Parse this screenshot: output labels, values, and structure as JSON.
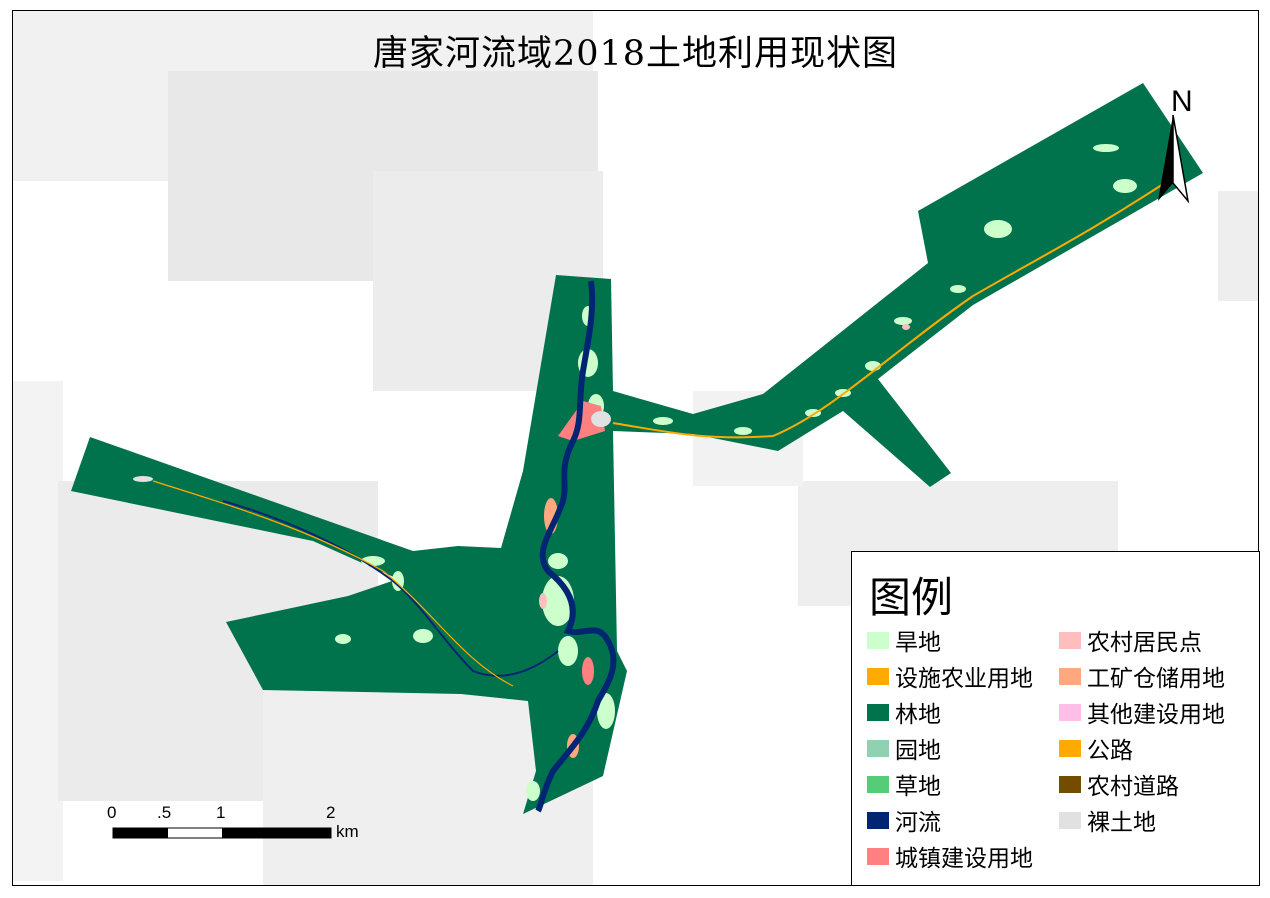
{
  "title": "唐家河流域2018土地利用现状图",
  "north_arrow": {
    "label": "N"
  },
  "scale_bar": {
    "ticks": [
      "0",
      ".5",
      "1",
      "2"
    ],
    "unit": "km"
  },
  "legend": {
    "title": "图例",
    "items": [
      {
        "label": "旱地",
        "color": "#ccffcc"
      },
      {
        "label": "农村居民点",
        "color": "#ffbebe"
      },
      {
        "label": "设施农业用地",
        "color": "#ffaa00"
      },
      {
        "label": "工矿仓储用地",
        "color": "#ffa77f"
      },
      {
        "label": "林地",
        "color": "#00734c"
      },
      {
        "label": "其他建设用地",
        "color": "#ffbee8"
      },
      {
        "label": "园地",
        "color": "#8fd1b0"
      },
      {
        "label": "公路",
        "color": "#ffaa00"
      },
      {
        "label": "草地",
        "color": "#55cc77"
      },
      {
        "label": "农村道路",
        "color": "#734c00"
      },
      {
        "label": "河流",
        "color": "#002673"
      },
      {
        "label": "裸土地",
        "color": "#e1e1e1"
      },
      {
        "label": "城镇建设用地",
        "color": "#ff8080"
      }
    ]
  }
}
